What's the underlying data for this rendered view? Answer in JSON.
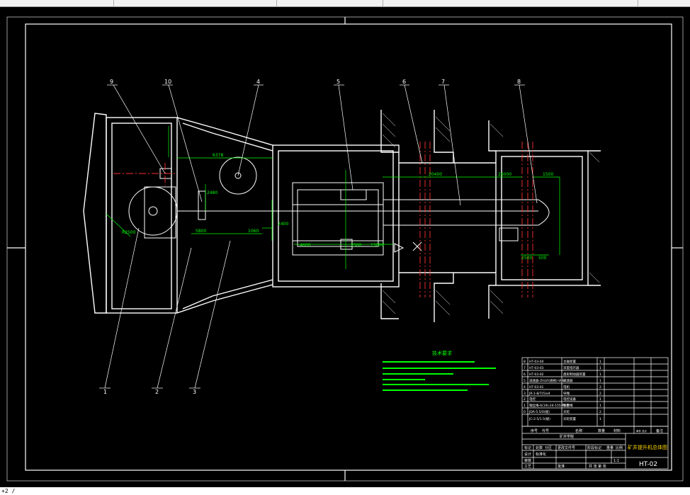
{
  "app": {
    "command_line": "+2 /",
    "background": "#000000"
  },
  "colors": {
    "frame": "#ffffff",
    "outline": "#ffffff",
    "dimension": "#00ff00",
    "centerline": "#ff3030",
    "notes": "#00ff00",
    "title_text": "#ffd700"
  },
  "callouts": [
    "9",
    "10",
    "4",
    "5",
    "6",
    "7",
    "8",
    "1",
    "2",
    "3"
  ],
  "dimensions": {
    "d_6378": "6378",
    "d_20400": "20400",
    "d_26000": "26000",
    "d_1500": "1500",
    "d_2480": "2480",
    "d_5800": "5800",
    "d_1060": "1060",
    "d_2400": "2400",
    "d_2500": "2500",
    "d_13000": "13000",
    "d_4600": "4600",
    "d_2500b": "2500",
    "d_500": "500",
    "d_r2500": "R2500"
  },
  "notes": {
    "title": "技术要求"
  },
  "title_block": {
    "drawing_name": "矿井提升机总体图",
    "drawing_no": "HT-02",
    "scale_value": "1:1",
    "parts_rows": [
      {
        "no": "8",
        "code": "HT-03-04",
        "name": "主轴装置",
        "qty": "1"
      },
      {
        "no": "7",
        "code": "HT-03-03",
        "name": "深度指示器",
        "qty": "1"
      },
      {
        "no": "6",
        "code": "HT-03-02",
        "name": "盘形制动器装置",
        "qty": "1"
      },
      {
        "no": "5",
        "code": "减速器-ZHLR(规格)-VI-B",
        "name": "减速器",
        "qty": "1"
      },
      {
        "no": "4",
        "code": "HT-03-01",
        "name": "电机",
        "qty": "2"
      },
      {
        "no": "3",
        "code": "JR-1-8/7(5)x4",
        "name": "导绳",
        "qty": "2"
      },
      {
        "no": "2",
        "code": "电控",
        "name": "电控设备",
        "qty": "1"
      },
      {
        "no": "1",
        "code": "钢丝绳-6(19)-24-155-特-甲",
        "name": "钢丝绳",
        "qty": "1"
      },
      {
        "no": "0",
        "code": "JDA-5.5/0(规)",
        "name": "天轮",
        "qty": "2"
      },
      {
        "no": "",
        "code": "JC-2.5/1.5(规)",
        "name": "天轮装置",
        "qty": "1"
      }
    ],
    "headers": {
      "no": "序号",
      "code": "代号",
      "name": "名称",
      "qty": "数量",
      "material": "材料",
      "weight": "单件 总计",
      "remark": "备注"
    },
    "school": "矿井学院",
    "labels": {
      "design": "设计",
      "check": "审核",
      "process": "工艺",
      "approve": "批准",
      "stage_mark": "阶段标记",
      "weight": "重量",
      "scale": "比例",
      "sheet": "共  张  第  张",
      "mark": "标记",
      "count": "处数",
      "zone": "分区",
      "change_doc": "更改文件号",
      "sign": "签名",
      "date": "年月日",
      "std": "标准化"
    }
  }
}
